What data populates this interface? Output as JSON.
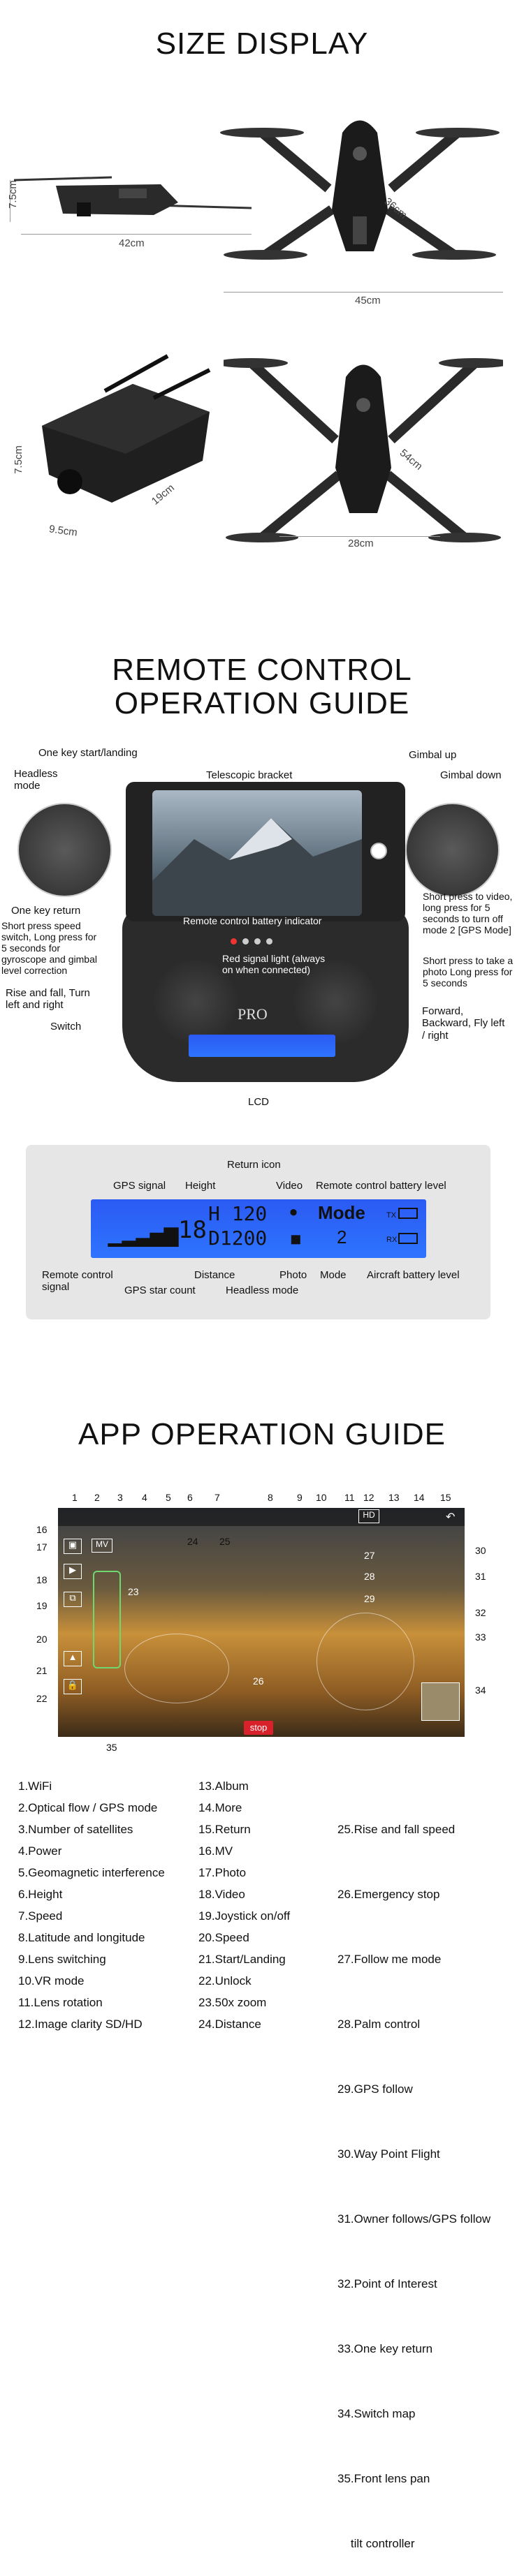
{
  "sections": {
    "size_title": "SIZE DISPLAY",
    "remote_title_line1": "REMOTE CONTROL",
    "remote_title_line2": "OPERATION GUIDE",
    "app_title": "APP OPERATION GUIDE"
  },
  "dimensions": {
    "d1": "7.5cm",
    "d2": "42cm",
    "d3": "36cm",
    "d4": "45cm",
    "d5": "7.5cm",
    "d6": "9.5cm",
    "d7": "19cm",
    "d8": "54cm",
    "d9": "28cm"
  },
  "remote_labels": {
    "one_key_start": "One key start/landing",
    "headless": "Headless mode",
    "telescopic": "Telescopic bracket",
    "gimbal_up": "Gimbal up",
    "gimbal_down": "Gimbal down",
    "one_key_return": "One key return",
    "speed_switch": "Short press speed switch, Long press for 5 seconds for gyroscope and gimbal level correction",
    "battery_indicator": "Remote control battery indicator",
    "video_press": "Short press to video, long press for 5 seconds to turn off mode 2 [GPS Mode]",
    "red_signal": "Red signal light (always on when connected)",
    "photo_press": "Short press to take a photo Long press for 5 seconds",
    "rise_fall": "Rise and fall, Turn left and right",
    "switch": "Switch",
    "forward": "Forward, Backward, Fly left / right",
    "brand": "PRO",
    "lcd": "LCD"
  },
  "lcd_panel": {
    "return_icon": "Return icon",
    "gps_signal": "GPS signal",
    "height": "Height",
    "video": "Video",
    "rc_battery": "Remote control battery level",
    "rc_signal": "Remote control signal",
    "distance": "Distance",
    "photo": "Photo",
    "mode": "Mode",
    "aircraft_battery": "Aircraft battery level",
    "gps_star": "GPS star count",
    "headless_mode": "Headless mode",
    "screen": {
      "sat": "18",
      "h": "H 120",
      "d": "D1200",
      "mode_word": "Mode",
      "mode_val": "2",
      "tx": "TX",
      "rx": "RX"
    }
  },
  "app_screen": {
    "stop": "stop",
    "top_numbers": [
      "1",
      "2",
      "3",
      "4",
      "5",
      "6",
      "7",
      "8",
      "9",
      "10",
      "11",
      "12",
      "13",
      "14",
      "15"
    ],
    "left_numbers": [
      "16",
      "17",
      "18",
      "19",
      "20",
      "21",
      "22"
    ],
    "right_numbers": [
      "30",
      "31",
      "32",
      "33",
      "34"
    ],
    "inner_numbers": [
      "23",
      "24",
      "25",
      "26",
      "27",
      "28",
      "29",
      "35"
    ],
    "mv": "MV",
    "hd": "HD"
  },
  "legend": {
    "col1": [
      "1.WiFi",
      "2.Optical flow / GPS mode",
      "3.Number of satellites",
      "4.Power",
      "5.Geomagnetic interference",
      "6.Height",
      "7.Speed",
      "8.Latitude and longitude",
      "9.Lens switching",
      "10.VR mode",
      "11.Lens rotation",
      "12.Image clarity  SD/HD"
    ],
    "col2": [
      "13.Album",
      "14.More",
      "15.Return",
      "16.MV",
      "17.Photo",
      "18.Video",
      "19.Joystick on/off",
      "20.Speed",
      "21.Start/Landing",
      "22.Unlock",
      "23.50x zoom",
      "24.Distance"
    ],
    "col3": [
      "25.Rise and fall speed",
      "26.Emergency stop",
      "27.Follow me mode",
      "28.Palm control",
      "29.GPS follow",
      "30.Way Point Flight",
      "31.Owner follows/GPS follow",
      "32.Point of Interest",
      "33.One key return",
      "34.Switch map",
      "35.Front lens pan",
      "    tilt controller"
    ]
  }
}
